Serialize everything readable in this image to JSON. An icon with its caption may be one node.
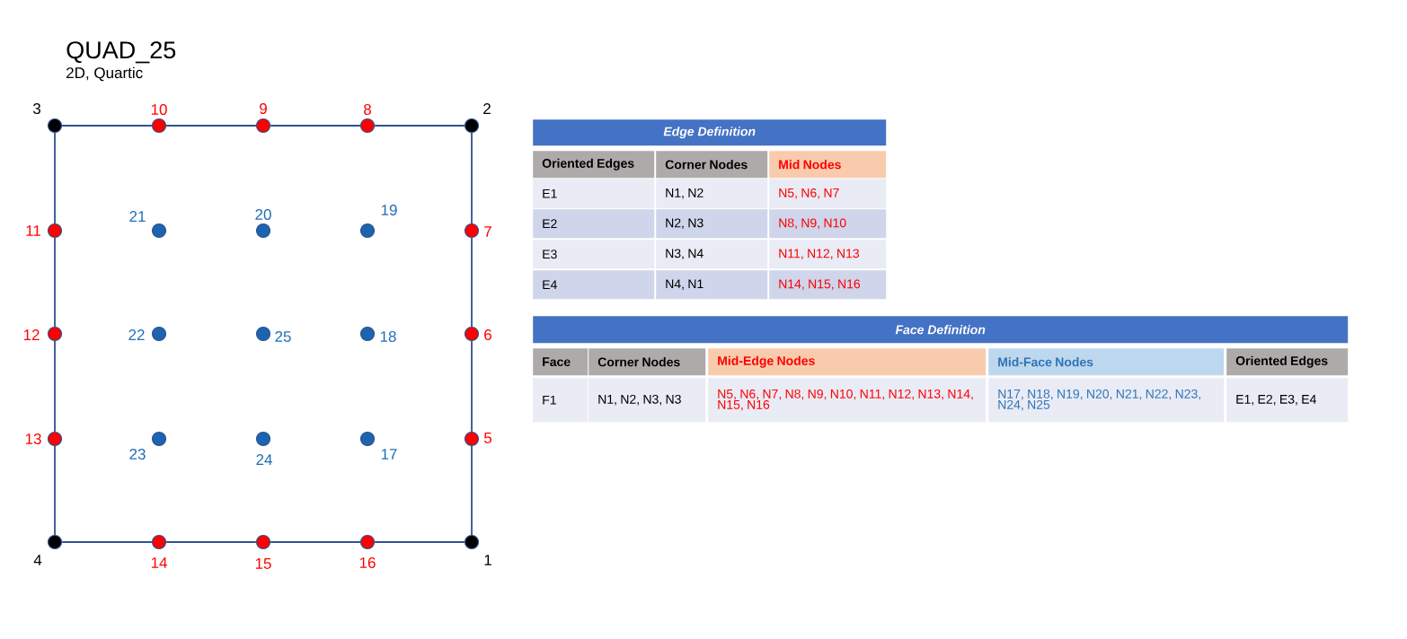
{
  "diagram": {
    "title": "QUAD_25",
    "nodes": [
      {
        "text": [],
        "shape": "circle",
        "beside": [
          "3"
        ]
      },
      {
        "text": [],
        "shape": "circle",
        "beside": [
          "10"
        ]
      },
      {
        "text": [],
        "shape": "circle",
        "beside": [
          "9"
        ]
      },
      {
        "text": [],
        "shape": "circle",
        "beside": [
          "8"
        ]
      },
      {
        "text": [],
        "shape": "circle",
        "beside": [
          "2"
        ]
      },
      {
        "text": [],
        "shape": "circle",
        "beside": [
          "11"
        ]
      },
      {
        "text": [],
        "shape": "circle",
        "beside": [
          "21"
        ]
      },
      {
        "text": [],
        "shape": "circle",
        "beside": [
          "20"
        ]
      },
      {
        "text": [],
        "shape": "circle",
        "beside": [
          "19"
        ]
      },
      {
        "text": [],
        "shape": "circle",
        "beside": [
          "7"
        ]
      },
      {
        "text": [],
        "shape": "circle",
        "beside": [
          "12"
        ]
      },
      {
        "text": [],
        "shape": "circle",
        "beside": [
          "22"
        ]
      },
      {
        "text": [],
        "shape": "circle",
        "beside": [
          "25"
        ]
      },
      {
        "text": [],
        "shape": "circle",
        "beside": [
          "18"
        ]
      },
      {
        "text": [],
        "shape": "circle",
        "beside": [
          "6"
        ]
      },
      {
        "text": [],
        "shape": "circle",
        "beside": [
          "13"
        ]
      },
      {
        "text": [],
        "shape": "circle",
        "beside": [
          "23"
        ]
      },
      {
        "text": [],
        "shape": "circle",
        "beside": [
          "24"
        ]
      },
      {
        "text": [],
        "shape": "circle",
        "beside": [
          "17"
        ]
      },
      {
        "text": [],
        "shape": "circle",
        "beside": [
          "5"
        ]
      },
      {
        "text": [],
        "shape": "circle",
        "beside": [
          "4"
        ]
      },
      {
        "text": [],
        "shape": "circle",
        "beside": [
          "14"
        ]
      },
      {
        "text": [],
        "shape": "circle",
        "beside": [
          "15"
        ]
      },
      {
        "text": [],
        "shape": "circle",
        "beside": [
          "16"
        ]
      },
      {
        "text": [],
        "shape": "circle",
        "beside": [
          "1"
        ]
      }
    ],
    "edges": [
      {
        "from": 0,
        "to": 1,
        "arrow": "none"
      },
      {
        "from": 1,
        "to": 2,
        "arrow": "none"
      },
      {
        "from": 2,
        "to": 3,
        "arrow": "none"
      },
      {
        "from": 3,
        "to": 4,
        "arrow": "none"
      },
      {
        "from": 0,
        "to": 5,
        "arrow": "none"
      },
      {
        "from": 4,
        "to": 9,
        "arrow": "none"
      },
      {
        "from": 5,
        "to": 10,
        "arrow": "none"
      },
      {
        "from": 9,
        "to": 14,
        "arrow": "none"
      },
      {
        "from": 10,
        "to": 15,
        "arrow": "none"
      },
      {
        "from": 14,
        "to": 19,
        "arrow": "none"
      },
      {
        "from": 15,
        "to": 20,
        "arrow": "none"
      },
      {
        "from": 19,
        "to": 24,
        "arrow": "none"
      },
      {
        "from": 20,
        "to": 21,
        "arrow": "none"
      },
      {
        "from": 21,
        "to": 22,
        "arrow": "none"
      },
      {
        "from": 22,
        "to": 23,
        "arrow": "none"
      },
      {
        "from": 23,
        "to": 24,
        "arrow": "none"
      }
    ],
    "labels": [
      "2D, Quartic",
      "Edge Definition",
      "Oriented Edges",
      "Corner Nodes",
      "Mid Nodes",
      "E1",
      "N1, N2",
      "N5, N6, N7",
      "E2",
      "N2, N3",
      "N8, N9, N10",
      "E3",
      "N3, N4",
      "N11, N12, N13",
      "E4",
      "N4, N1",
      "N14, N15, N16",
      "Face Definition",
      "Face",
      "Corner Nodes",
      "Mid-Edge Nodes",
      "Mid-Face Nodes",
      "Oriented Edges",
      "F1",
      "N1, N2, N3, N3",
      "N5, N6, N7, N8, N9, N10, N11, N12, N13, N14, N15, N16",
      "N17, N18, N19, N20, N21, N22, N23, N24, N25",
      "E1, E2, E3, E4"
    ]
  }
}
